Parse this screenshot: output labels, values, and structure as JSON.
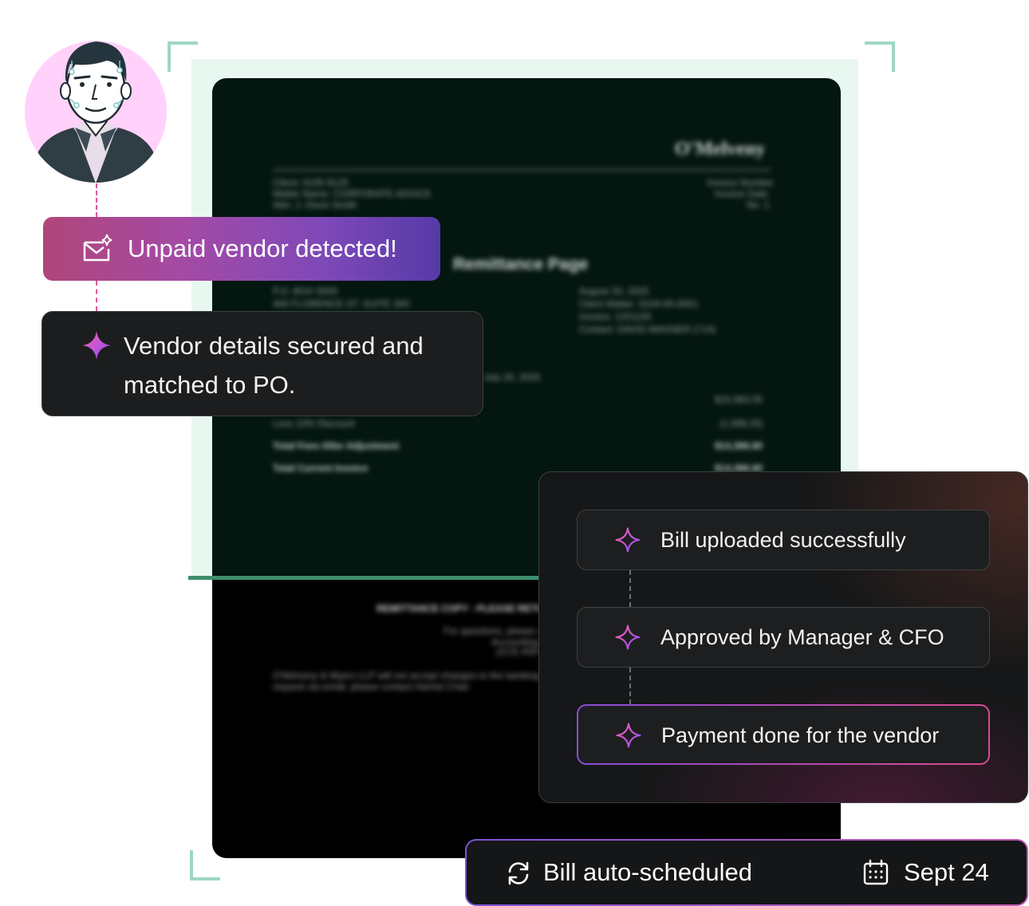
{
  "unpaid_alert": {
    "label": "Unpaid vendor detected!",
    "icon": "mail-sparkle-icon"
  },
  "vendor_card": {
    "label": "Vendor details secured and matched to PO.",
    "icon": "sparkle-icon"
  },
  "workflow": {
    "steps": [
      {
        "label": "Bill uploaded successfully",
        "icon": "sparkle-outline-icon"
      },
      {
        "label": "Approved by Manager & CFO",
        "icon": "sparkle-outline-icon"
      },
      {
        "label": "Payment done for the vendor",
        "icon": "sparkle-outline-icon",
        "active": true
      }
    ]
  },
  "schedule": {
    "label": "Bill auto-scheduled",
    "date": "Sept 24",
    "icons": [
      "refresh-icon",
      "calendar-icon"
    ]
  },
  "document": {
    "logo": "O'Melveny",
    "title": "Remittance Page",
    "footer_heading": "REMITTANCE COPY - PLEASE RETURN",
    "date_line": "August 20, 2025",
    "rows": [
      {
        "label": "Less 10% Discount",
        "value": "(1,598.25)"
      },
      {
        "label": "Total Fees After Adjustment",
        "value": "$14,386.80"
      },
      {
        "label": "Total Current Invoice",
        "value": "$14,386.80"
      }
    ]
  },
  "colors": {
    "accent_pink": "#e0559a",
    "accent_purple": "#7f49b8",
    "scan_green": "#3d8f6e"
  }
}
